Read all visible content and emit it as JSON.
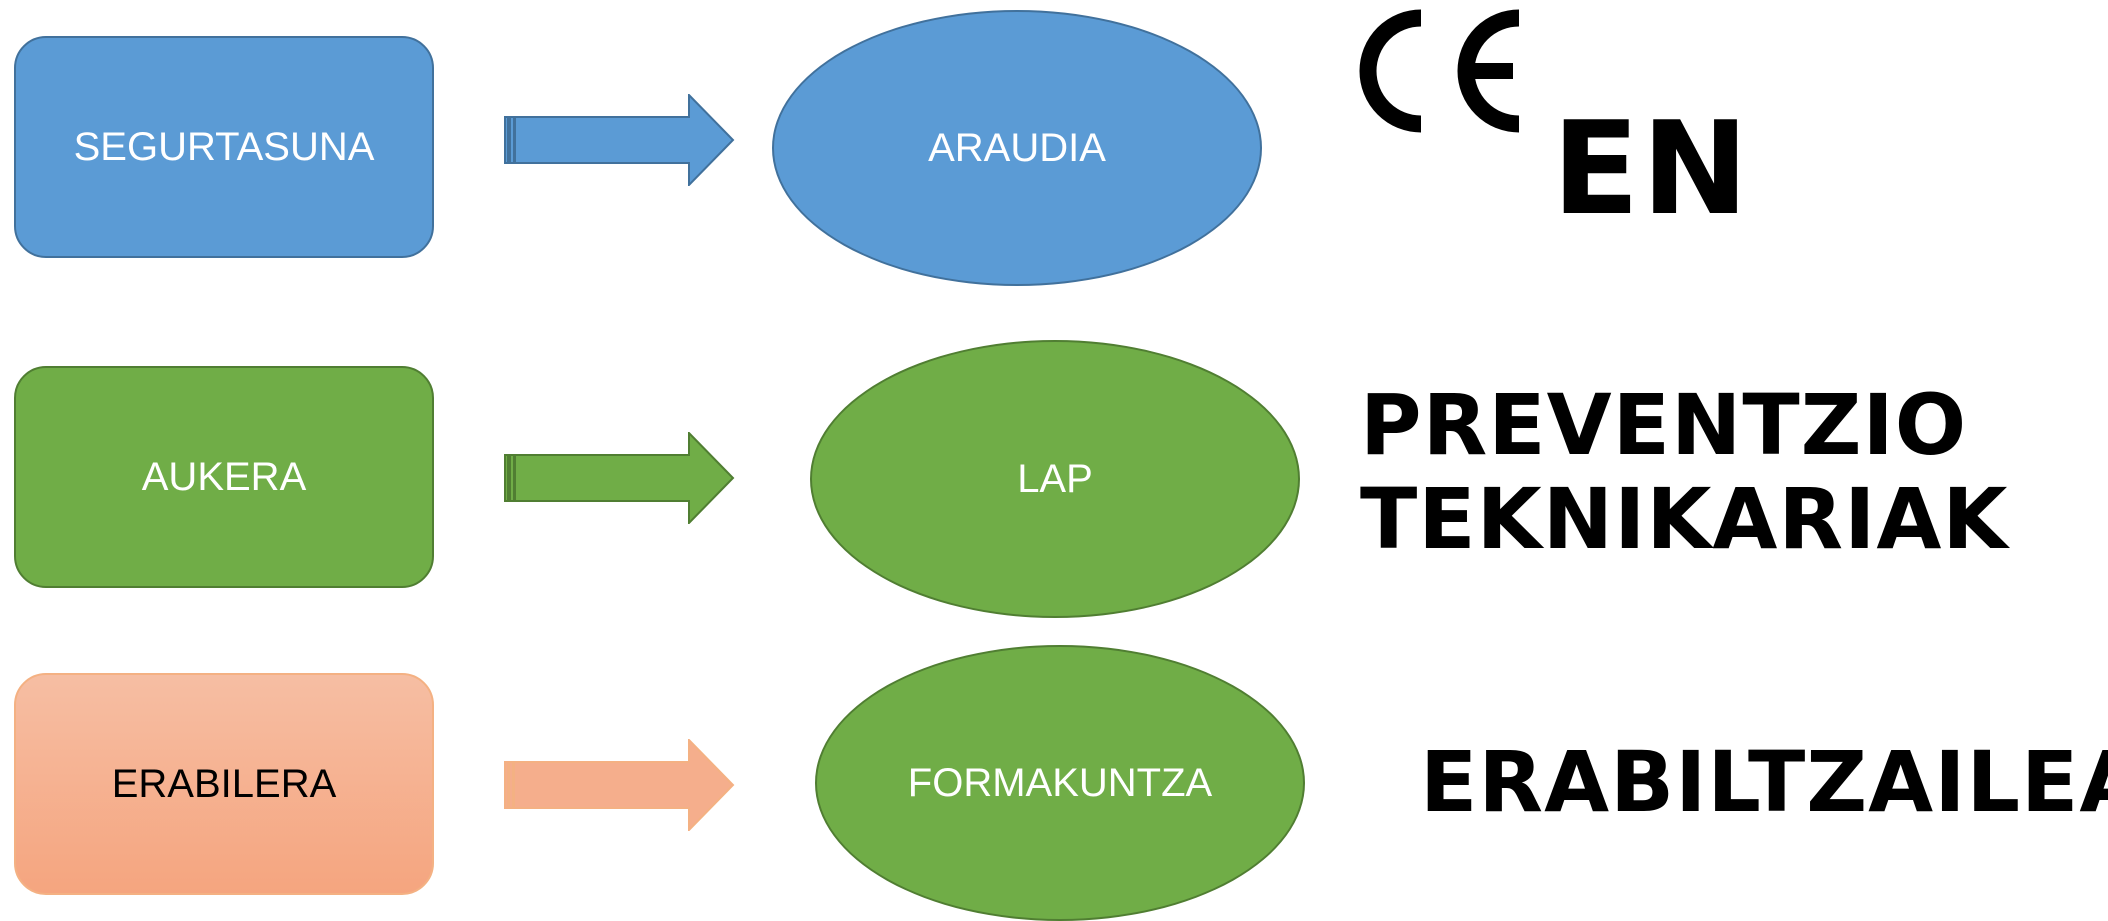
{
  "diagram": {
    "rows": [
      {
        "box_label": "SEGURTASUNA",
        "oval_label": "ARAUDIA",
        "box_color": "#5b9bd5",
        "oval_color": "#5b9bd5"
      },
      {
        "box_label": "AUKERA",
        "oval_label": "LAP",
        "box_color": "#70ad47",
        "oval_color": "#70ad47"
      },
      {
        "box_label": "ERABILERA",
        "oval_label": "FORMAKUNTZA",
        "box_color": "#f5a57f",
        "oval_color": "#70ad47"
      }
    ],
    "ce_mark": {
      "icon": "ce-mark-icon",
      "text": "CE"
    },
    "en_label": "EN",
    "preventzio_line1": "PREVENTZIO",
    "preventzio_line2": "TEKNIKARIAK",
    "erabiltzailea_label": "ERABILTZAILEA"
  }
}
